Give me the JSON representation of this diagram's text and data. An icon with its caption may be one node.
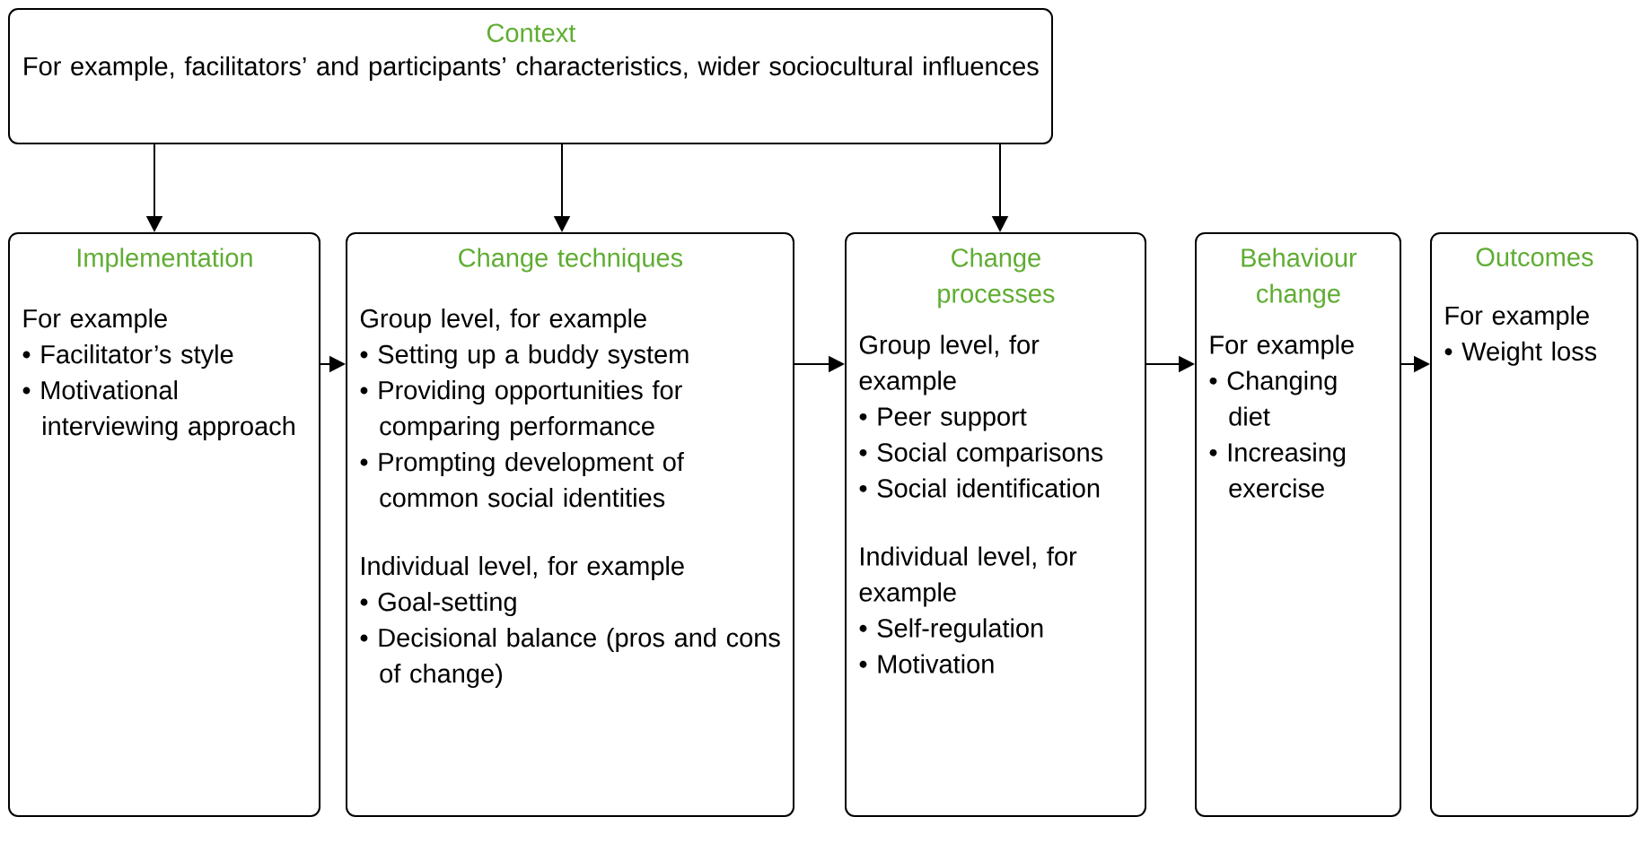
{
  "diagram": {
    "nodes": [
      {
        "text": [
          "Context",
          "For example, facilitators’ and participants’ characteristics, wider sociocultural influences"
        ]
      },
      {
        "text": [
          "Implementation",
          "For example",
          "• Facilitator’s style",
          "• Motivational interviewing approach"
        ]
      },
      {
        "text": [
          "Change techniques",
          "Group level, for example",
          "• Setting up a buddy system",
          "• Providing opportunities for comparing performance",
          "• Prompting development of common social identities",
          "Individual level, for example",
          "• Goal-setting",
          "• Decisional balance (pros and cons of change)"
        ]
      },
      {
        "text": [
          "Change processes",
          "Group level, for example",
          "• Peer support",
          "• Social comparisons",
          "• Social identification",
          "Individual level, for example",
          "• Self-regulation",
          "• Motivation"
        ]
      },
      {
        "text": [
          "Behaviour change",
          "For example",
          "• Changing diet",
          "• Increasing exercise"
        ]
      },
      {
        "text": [
          "Outcomes",
          "For example",
          "• Weight loss"
        ]
      }
    ],
    "edges": [
      {
        "from": 0,
        "to": 1,
        "arrow": "to"
      },
      {
        "from": 0,
        "to": 2,
        "arrow": "to"
      },
      {
        "from": 0,
        "to": 3,
        "arrow": "to"
      },
      {
        "from": 1,
        "to": 2,
        "arrow": "to"
      },
      {
        "from": 2,
        "to": 3,
        "arrow": "to"
      },
      {
        "from": 3,
        "to": 4,
        "arrow": "to"
      },
      {
        "from": 4,
        "to": 5,
        "arrow": "to"
      }
    ]
  }
}
